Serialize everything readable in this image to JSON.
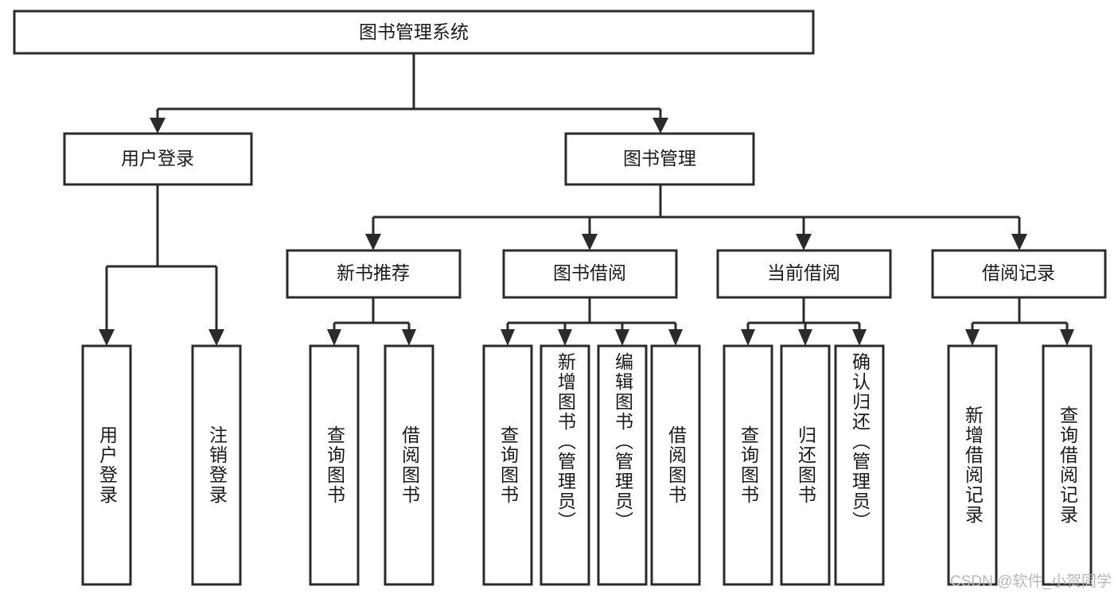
{
  "diagram": {
    "type": "tree-hierarchy",
    "title": "图书管理系统",
    "watermark": "CSDN @软件_小贺同学",
    "colors": {
      "stroke": "#2b2b2b",
      "fill": "#ffffff",
      "text": "#1a1a1a",
      "watermark": "#b8b8b8"
    },
    "root": {
      "label": "图书管理系统",
      "orientation": "horizontal"
    },
    "level2": [
      {
        "label": "用户登录",
        "orientation": "horizontal"
      },
      {
        "label": "图书管理",
        "orientation": "horizontal"
      }
    ],
    "level3": [
      {
        "label": "新书推荐",
        "orientation": "horizontal"
      },
      {
        "label": "图书借阅",
        "orientation": "horizontal"
      },
      {
        "label": "当前借阅",
        "orientation": "horizontal"
      },
      {
        "label": "借阅记录",
        "orientation": "horizontal"
      }
    ],
    "leaves": [
      {
        "label": "用户登录",
        "orientation": "vertical",
        "parent": "用户登录"
      },
      {
        "label": "注销登录",
        "orientation": "vertical",
        "parent": "用户登录"
      },
      {
        "label": "查询图书",
        "orientation": "vertical",
        "parent": "新书推荐"
      },
      {
        "label": "借阅图书",
        "orientation": "vertical",
        "parent": "新书推荐"
      },
      {
        "label": "查询图书",
        "orientation": "vertical",
        "parent": "图书借阅"
      },
      {
        "label": "新增图书（管理员）",
        "orientation": "vertical",
        "parent": "图书借阅"
      },
      {
        "label": "编辑图书（管理员）",
        "orientation": "vertical",
        "parent": "图书借阅"
      },
      {
        "label": "借阅图书",
        "orientation": "vertical",
        "parent": "图书借阅"
      },
      {
        "label": "查询图书",
        "orientation": "vertical",
        "parent": "当前借阅"
      },
      {
        "label": "归还图书",
        "orientation": "vertical",
        "parent": "当前借阅"
      },
      {
        "label": "确认归还（管理员）",
        "orientation": "vertical",
        "parent": "当前借阅"
      },
      {
        "label": "新增借阅记录",
        "orientation": "vertical",
        "parent": "借阅记录"
      },
      {
        "label": "查询借阅记录",
        "orientation": "vertical",
        "parent": "借阅记录"
      }
    ]
  }
}
